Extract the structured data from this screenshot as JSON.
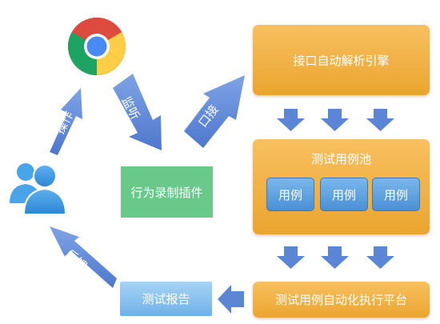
{
  "engine": {
    "label": "接口自动解析引擎"
  },
  "case_pool": {
    "title": "测试用例池",
    "cases": [
      "用例",
      "用例",
      "用例"
    ]
  },
  "plugin": {
    "label": "行为录制插件"
  },
  "platform": {
    "label": "测试用例自动化执行平台"
  },
  "report": {
    "label": "测试报告"
  },
  "arrows": {
    "operate": "操作",
    "monitor": "监听",
    "interface": "口接",
    "feedback": "反馈"
  },
  "icons": {
    "browser": "chrome-browser-icon",
    "users": "users-icon"
  },
  "colors": {
    "orange": "#f2b441",
    "blue_arrow": "#5d86d6",
    "green": "#69c98a",
    "light_blue": "#8cc4f0"
  }
}
